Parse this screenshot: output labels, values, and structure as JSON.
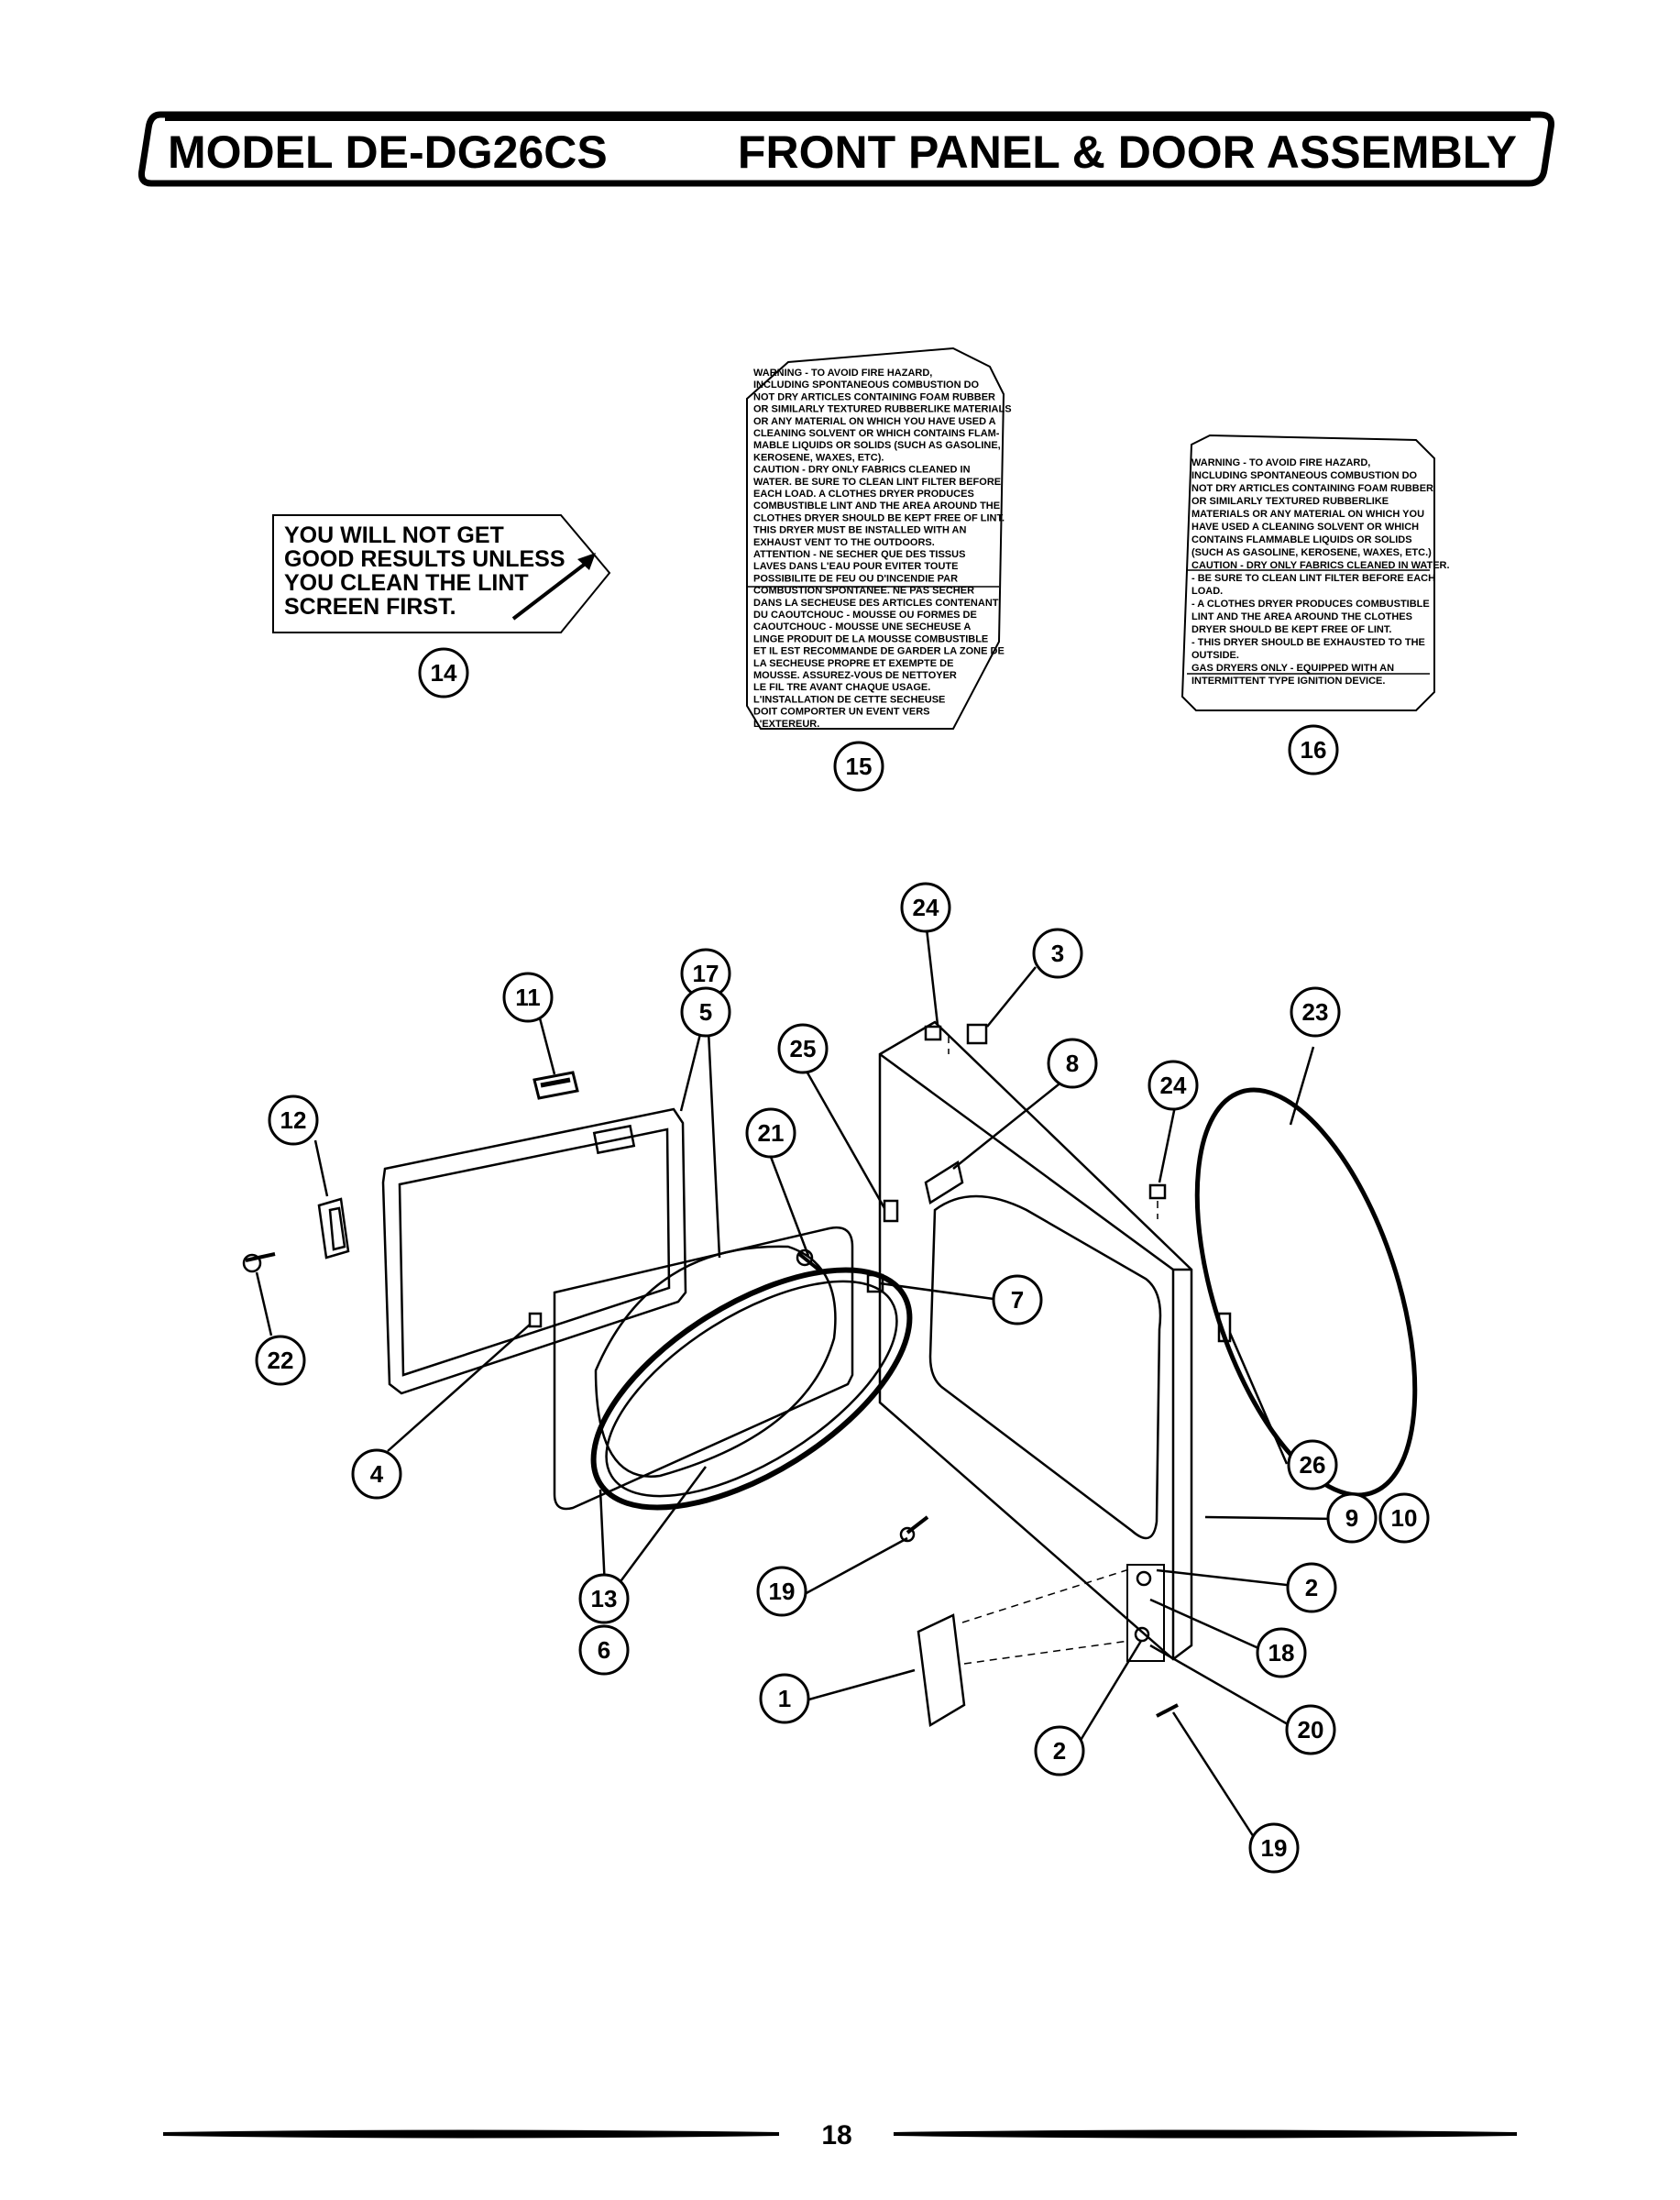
{
  "header": {
    "model": "MODEL DE-DG26CS",
    "section": "FRONT PANEL & DOOR ASSEMBLY"
  },
  "labels": {
    "lint_notice": [
      "YOU WILL NOT GET",
      "GOOD RESULTS UNLESS",
      "YOU CLEAN THE LINT",
      "SCREEN FIRST."
    ],
    "warning_label_15": [
      "WARNING - TO AVOID FIRE HAZARD,",
      "INCLUDING SPONTANEOUS COMBUSTION DO",
      "NOT DRY ARTICLES CONTAINING FOAM RUBBER",
      "OR SIMILARLY TEXTURED RUBBERLIKE MATERIALS",
      "OR ANY MATERIAL ON WHICH YOU HAVE USED A",
      "CLEANING SOLVENT OR WHICH CONTAINS FLAM-",
      "MABLE LIQUIDS OR SOLIDS (SUCH AS GASOLINE,",
      "KEROSENE, WAXES, ETC).",
      "CAUTION - DRY ONLY FABRICS CLEANED IN",
      "WATER. BE SURE TO CLEAN LINT FILTER BEFORE",
      "EACH LOAD. A CLOTHES DRYER PRODUCES",
      "COMBUSTIBLE LINT AND THE AREA AROUND THE",
      "CLOTHES DRYER SHOULD BE KEPT FREE OF LINT.",
      "THIS DRYER MUST BE INSTALLED WITH AN",
      "EXHAUST VENT TO THE OUTDOORS.",
      "ATTENTION - NE SECHER QUE DES TISSUS",
      "LAVES DANS L'EAU POUR EVITER TOUTE",
      "POSSIBILITE DE FEU OU D'INCENDIE PAR",
      "COMBUSTION SPONTANEE. NE PAS SECHER",
      "DANS LA SECHEUSE DES ARTICLES CONTENANT",
      "DU CAOUTCHOUC - MOUSSE OU FORMES DE",
      "CAOUTCHOUC - MOUSSE UNE SECHEUSE A",
      "LINGE PRODUIT DE LA MOUSSE COMBUSTIBLE",
      "ET IL EST RECOMMANDE DE GARDER LA ZONE DE",
      "LA SECHEUSE PROPRE ET EXEMPTE DE",
      "MOUSSE. ASSUREZ-VOUS DE NETTOYER",
      "LE FIL TRE AVANT CHAQUE USAGE.",
      "L'INSTALLATION DE CETTE SECHEUSE",
      "DOIT COMPORTER UN EVENT VERS",
      "L'EXTEREUR."
    ],
    "warning_label_16": [
      "WARNING - TO AVOID FIRE HAZARD,",
      "INCLUDING SPONTANEOUS COMBUSTION DO",
      "NOT DRY ARTICLES CONTAINING FOAM RUBBER",
      "OR SIMILARLY TEXTURED RUBBERLIKE",
      "MATERIALS OR ANY MATERIAL ON WHICH YOU",
      "HAVE USED A CLEANING SOLVENT OR WHICH",
      "CONTAINS FLAMMABLE LIQUIDS OR SOLIDS",
      "(SUCH AS GASOLINE, KEROSENE, WAXES, ETC.)",
      "CAUTION - DRY ONLY FABRICS CLEANED IN WATER.",
      "- BE SURE TO CLEAN LINT FILTER BEFORE EACH",
      "LOAD.",
      "- A CLOTHES DRYER PRODUCES COMBUSTIBLE",
      "LINT AND THE AREA AROUND THE CLOTHES",
      "DRYER SHOULD BE KEPT FREE OF LINT.",
      "- THIS DRYER SHOULD BE EXHAUSTED TO THE",
      "OUTSIDE.",
      "GAS DRYERS ONLY - EQUIPPED WITH AN",
      "INTERMITTENT TYPE IGNITION DEVICE."
    ]
  },
  "callouts": [
    "14",
    "15",
    "16",
    "24",
    "17",
    "3",
    "11",
    "5",
    "23",
    "25",
    "8",
    "24",
    "12",
    "21",
    "7",
    "22",
    "26",
    "4",
    "9",
    "10",
    "2",
    "19",
    "13",
    "18",
    "6",
    "20",
    "1",
    "2",
    "19"
  ],
  "footer": {
    "page_number": "18"
  }
}
